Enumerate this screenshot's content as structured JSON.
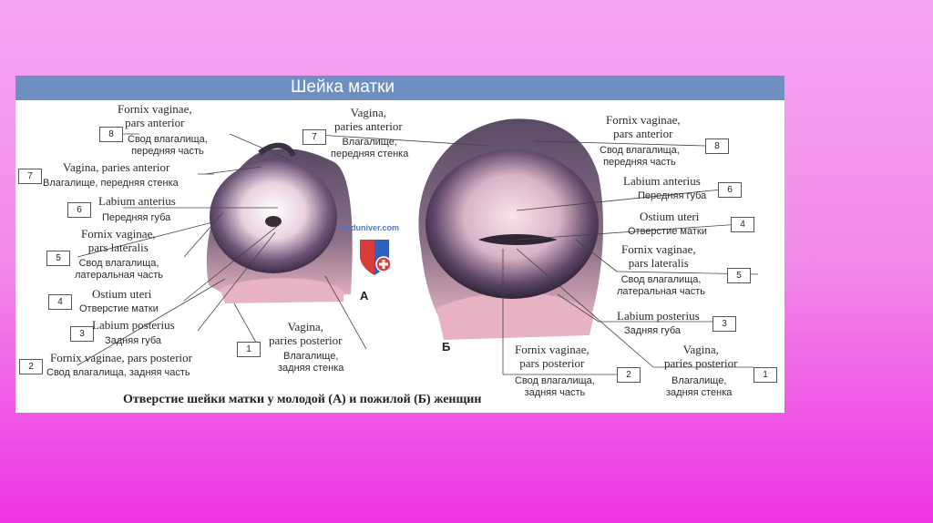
{
  "title": "Шейка матки",
  "caption": "Отверстие шейки матки у молодой (А) и пожилой (Б) женщин",
  "watermark": "meduniver.com",
  "figure_letters": {
    "a": "А",
    "b": "Б"
  },
  "left": {
    "l8": {
      "num": "8",
      "lat1": "Fornix vaginae,",
      "lat2": "pars anterior",
      "ru1": "Свод влагалища,",
      "ru2": "передняя часть"
    },
    "l7": {
      "num": "7",
      "lat1": "Vagina, paries anterior",
      "ru1": "Влагалище, передняя стенка"
    },
    "l6": {
      "num": "6",
      "lat1": "Labium anterius",
      "ru1": "Передняя губа"
    },
    "l5": {
      "num": "5",
      "lat1": "Fornix vaginae,",
      "lat2": "pars lateralis",
      "ru1": "Свод влагалища,",
      "ru2": "латеральная часть"
    },
    "l4": {
      "num": "4",
      "lat1": "Ostium uteri",
      "ru1": "Отверстие матки"
    },
    "l3": {
      "num": "3",
      "lat1": "Labium posterius",
      "ru1": "Задняя губа"
    },
    "l2": {
      "num": "2",
      "lat1": "Fornix vaginae, pars posterior",
      "ru1": "Свод влагалища, задняя часть"
    },
    "l1": {
      "num": "1",
      "lat1": "Vagina,",
      "lat2": "paries posterior",
      "ru1": "Влагалище,",
      "ru2": "задняя стенка"
    }
  },
  "right": {
    "r7": {
      "num": "7",
      "lat1": "Vagina,",
      "lat2": "paries anterior",
      "ru1": "Влагалище,",
      "ru2": "передняя стенка"
    },
    "r8": {
      "num": "8",
      "lat1": "Fornix vaginae,",
      "lat2": "pars anterior",
      "ru1": "Свод влагалища,",
      "ru2": "передняя часть"
    },
    "r6": {
      "num": "6",
      "lat1": "Labium anterius",
      "ru1": "Передняя губа"
    },
    "r4": {
      "num": "4",
      "lat1": "Ostium uteri",
      "ru1": "Отверстие матки"
    },
    "r5": {
      "num": "5",
      "lat1": "Fornix vaginae,",
      "lat2": "pars lateralis",
      "ru1": "Свод влагалища,",
      "ru2": "латеральная часть"
    },
    "r3": {
      "num": "3",
      "lat1": "Labium posterius",
      "ru1": "Задняя губа"
    },
    "r2": {
      "num": "2",
      "lat1": "Fornix vaginae,",
      "lat2": "pars posterior",
      "ru1": "Свод влагалища,",
      "ru2": "задняя часть"
    },
    "r1": {
      "num": "1",
      "lat1": "Vagina,",
      "lat2": "paries posterior",
      "ru1": "Влагалище,",
      "ru2": "задняя стенка"
    }
  },
  "colors": {
    "title_bar": "#6e8fc0",
    "tissue_pink": "#e7b3c4",
    "tissue_dark": "#4a3a55",
    "background_top": "#f7a6f3",
    "background_bottom": "#ee34e4"
  }
}
